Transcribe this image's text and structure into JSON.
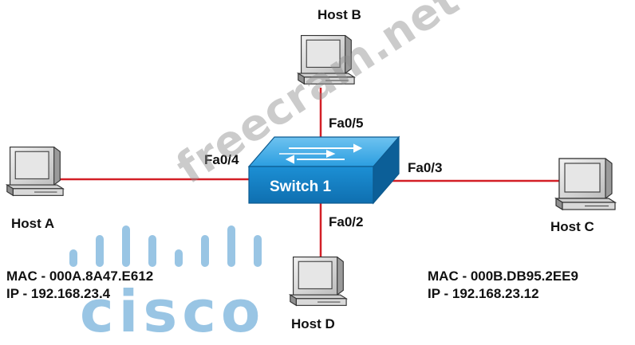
{
  "diagram": {
    "switch_label": "Switch 1",
    "hosts": {
      "a": {
        "label": "Host A"
      },
      "b": {
        "label": "Host B"
      },
      "c": {
        "label": "Host C"
      },
      "d": {
        "label": "Host D"
      }
    },
    "ports": {
      "a": "Fa0/4",
      "b": "Fa0/5",
      "c": "Fa0/3",
      "d": "Fa0/2"
    },
    "host_a_info": {
      "mac": "MAC - 000A.8A47.E612",
      "ip": "IP - 192.168.23.4"
    },
    "host_c_info": {
      "mac": "MAC - 000B.DB95.2EE9",
      "ip": "IP - 192.168.23.12"
    },
    "link_color": "#d31f26",
    "switch_color": "#1a8ed1"
  },
  "watermark": {
    "site": "freecram.net",
    "logo": "cisco",
    "logo_color": "#4696cd"
  }
}
